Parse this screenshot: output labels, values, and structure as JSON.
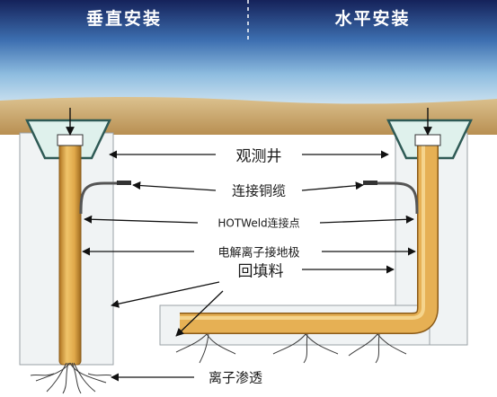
{
  "headers": {
    "vertical": "垂直安装",
    "horizontal": "水平安装"
  },
  "labels": {
    "well": "观测井",
    "cable": "连接铜缆",
    "weld": "HOTWeld连接点",
    "electrode": "电解离子接地极",
    "backfill": "回填料",
    "leach": "离子渗透"
  },
  "colors": {
    "sky_top": "#1b2a63",
    "sky_mid": "#5d92c9",
    "sky_light": "#dbeaf3",
    "soil": "#c9a36b",
    "pipe": "#e0a94a",
    "pipe_dark": "#b37a25",
    "well_fill": "#e2f2ef",
    "well_stroke": "#2e5a55"
  }
}
